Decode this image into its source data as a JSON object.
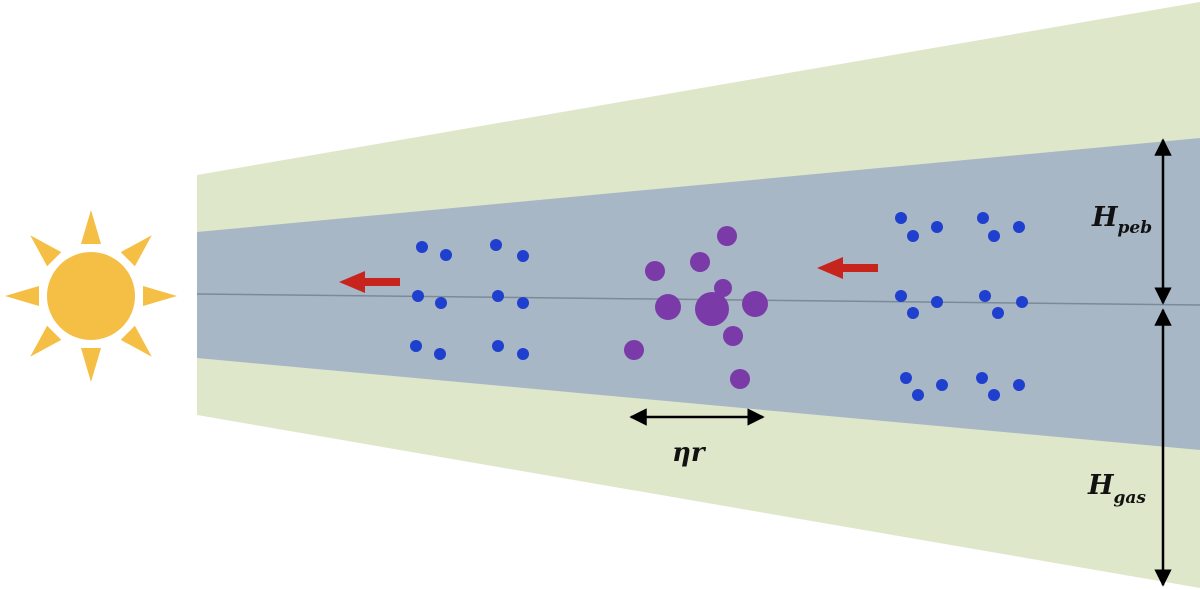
{
  "colors": {
    "gas_layer": "#dfe7cb",
    "pebble_layer": "#a8b7c6",
    "midplane": "#7c8a97",
    "sun": "#f5bf45",
    "small_pebble": "#1f3fcf",
    "large_pebble": "#7a3aa8",
    "drift_arrow": "#c8241e",
    "dimension_arrow": "#000000"
  },
  "icons": {
    "sun": "sun-icon",
    "drift_arrow": "left-arrow-icon",
    "dimension_arrow": "double-headed-arrow-icon"
  },
  "labels": {
    "h_peb_main": "H",
    "h_peb_sub": "peb",
    "h_gas_main": "H",
    "h_gas_sub": "gas",
    "eta_r": "ηr"
  }
}
